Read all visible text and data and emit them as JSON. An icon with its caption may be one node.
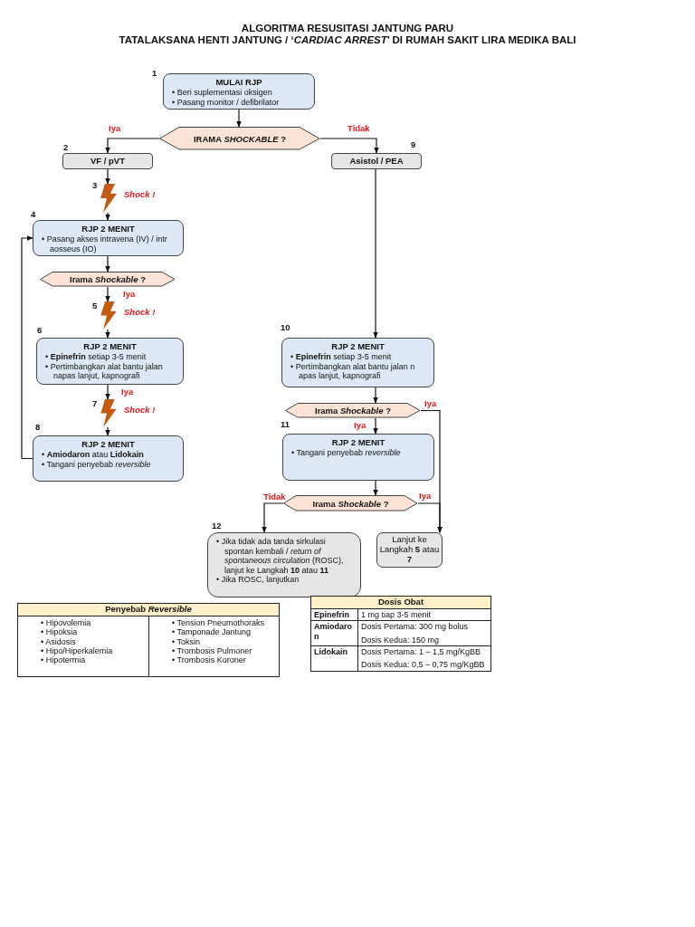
{
  "diagram": {
    "title": "ALGORITMA RESUSITASI JANTUNG PARU",
    "nodes": [
      {
        "text": [
          "MULAI RJP",
          "• Beri suplementasi oksigen",
          "• Pasang monitor / defibrilator"
        ],
        "beside": [
          "1"
        ]
      },
      {
        "text": [
          "IRAMA *SHOCKABLE* ?"
        ]
      },
      {
        "text": [
          "VF / pVT"
        ],
        "beside": [
          "2"
        ]
      },
      {
        "text": [],
        "shape": "lightning",
        "beside": [
          "3",
          "Shock !"
        ]
      },
      {
        "text": [
          "RJP 2 MENIT",
          "• Pasang akses intravena (IV) / intr aosseus (IO)"
        ],
        "beside": [
          "4"
        ]
      },
      {
        "text": [
          "Irama *Shockable* ?"
        ]
      },
      {
        "text": [],
        "shape": "lightning",
        "beside": [
          "5",
          "Shock !"
        ]
      },
      {
        "text": [
          "RJP 2 MENIT",
          "• **Epinefrin** setiap 3-5 menit",
          "• Pertimbangkan alat bantu jalan napas lanjut, kapnografi"
        ],
        "beside": [
          "6"
        ]
      },
      {
        "text": [],
        "shape": "lightning",
        "beside": [
          "7",
          "Shock !"
        ]
      },
      {
        "text": [
          "RJP 2 MENIT",
          "• **Amiodaron** atau **Lidokain**",
          "• Tangani penyebab *reversible*"
        ],
        "beside": [
          "8"
        ]
      },
      {
        "text": [
          "Asistol / PEA"
        ],
        "beside": [
          "9"
        ]
      },
      {
        "text": [
          "RJP 2 MENIT",
          "• **Epinefrin** setiap 3-5 menit",
          "• Pertimbangkan alat bantu jalan n apas lanjut, kapnografi"
        ],
        "beside": [
          "10"
        ]
      },
      {
        "text": [
          "Irama *Shockable* ?"
        ]
      },
      {
        "text": [
          "RJP 2 MENIT",
          "• Tangani penyebab *reversible*"
        ],
        "beside": [
          "11"
        ]
      },
      {
        "text": [
          "Irama *Shockable* ?"
        ]
      },
      {
        "text": [
          "• Jika tidak ada tanda sirkulasi spontan kembali / *return of spontaneous circulation* (ROSC), lanjut ke Langkah **10** atau **11**",
          "• Jika ROSC, lanjutkan"
        ],
        "beside": [
          "12"
        ]
      },
      {
        "text": [
          "Lanjut ke Langkah **5** atau **7**"
        ]
      }
    ],
    "edges": [
      {
        "from": 0,
        "to": 1,
        "arrow": "to"
      },
      {
        "from": 1,
        "to": 2,
        "arrow": "to",
        "label": "Iya"
      },
      {
        "from": 1,
        "to": 10,
        "arrow": "to",
        "label": "Tidak"
      },
      {
        "from": 2,
        "to": 3,
        "arrow": "to"
      },
      {
        "from": 3,
        "to": 4,
        "arrow": "to"
      },
      {
        "from": 4,
        "to": 5,
        "arrow": "to"
      },
      {
        "from": 5,
        "to": 6,
        "arrow": "to",
        "label": "Iya"
      },
      {
        "from": 6,
        "to": 7,
        "arrow": "to"
      },
      {
        "from": 7,
        "to": 8,
        "arrow": "to",
        "label": "Iya"
      },
      {
        "from": 8,
        "to": 9,
        "arrow": "to"
      },
      {
        "from": 9,
        "to": 4,
        "arrow": "to"
      },
      {
        "from": 10,
        "to": 11,
        "arrow": "to"
      },
      {
        "from": 11,
        "to": 12,
        "arrow": "to"
      },
      {
        "from": 12,
        "to": 13,
        "arrow": "to",
        "label": "Iya"
      },
      {
        "from": 12,
        "to": 16,
        "arrow": "to",
        "label": "Iya"
      },
      {
        "from": 13,
        "to": 14,
        "arrow": "to"
      },
      {
        "from": 14,
        "to": 15,
        "arrow": "to",
        "label": "Tidak"
      },
      {
        "from": 14,
        "to": 16,
        "arrow": "to",
        "label": "Iya"
      }
    ],
    "labels": [
      "TATALAKSANA HENTI JANTUNG / ‘*CARDIAC ARREST*’ DI RUMAH SAKIT LIRA MEDIKA BALI",
      "Penyebab *Reversible*",
      "• Hipovolemia",
      "• Hipoksia",
      "• Asidosis",
      "• Hipo/Hiperkalemia",
      "• Hipotermia",
      "• Tension Pneumothoraks",
      "• Tamponade Jantung",
      "• Toksin",
      "• Trombosis Pulmoner",
      "• Trombosis Koroner",
      "Dosis Obat",
      "Epinefrin",
      "1 mg tiap 3-5 menit",
      "Amiodaron",
      "Dosis Pertama: 300 mg bolus",
      "Dosis Kedua: 150 mg",
      "Lidokain",
      "Dosis Pertama: 1 – 1,5 mg/KgBB",
      "Dosis Kedua: 0,5 – 0,75 mg/KgBB"
    ]
  }
}
